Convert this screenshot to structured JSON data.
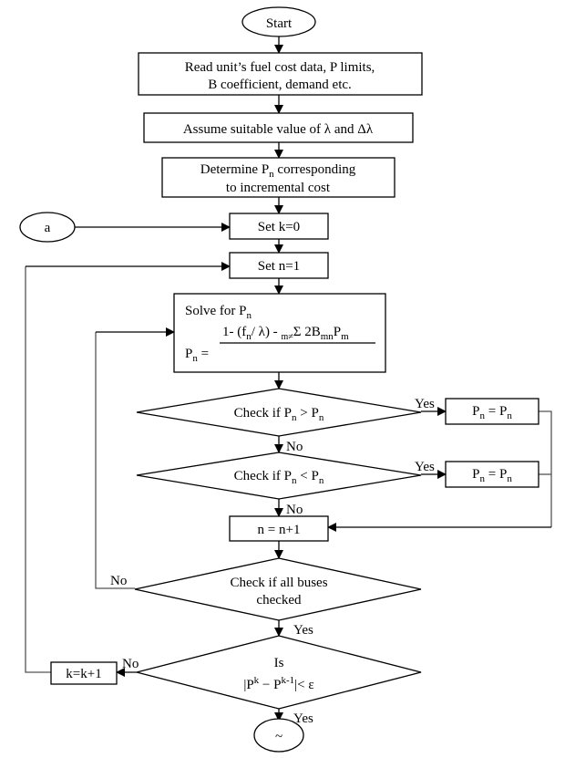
{
  "nodes": {
    "start": "Start",
    "read_data_1": "Read unit’s fuel cost data, P limits,",
    "read_data_2": "B coefficient, demand etc.",
    "assume_lambda": "Assume suitable value of λ and Δλ",
    "determine_pn_1": "Determine P",
    "determine_pn_sub": "n",
    "determine_pn_2": " corresponding",
    "determine_pn_3": "to incremental cost",
    "connector_a": "a",
    "set_k": "Set k=0",
    "set_n": "Set n=1",
    "solve_title": "Solve for P",
    "solve_sub": "n",
    "solve_lhs": "P",
    "solve_lhs_sub": "n",
    "solve_eq": " =",
    "solve_numerator": "1- (f",
    "solve_num_sub": "n",
    "solve_num_rest": "/ λ) - ",
    "solve_sum_sub": "m≠",
    "solve_sum": "Σ 2B",
    "solve_sum_b_sub": "mn",
    "solve_sum_p": "P",
    "solve_sum_p_sub": "m",
    "check_max": "Check if P",
    "check_max_rest": " > P",
    "check_min": "Check if P",
    "check_min_rest": " < P",
    "sub_n": "n",
    "set_max": "P",
    "set_max_eq": " = P",
    "set_min": "P",
    "set_min_eq": " = P",
    "increment_n": "n = n+1",
    "check_buses_1": "Check if all buses",
    "check_buses_2": "checked",
    "converge_1": "Is",
    "converge_2": "|P",
    "converge_sup_k": "k",
    "converge_3": " − P",
    "converge_sup_k1": "k-1",
    "converge_4": "|< ε",
    "increment_k": "k=k+1",
    "end": "~"
  },
  "labels": {
    "yes": "Yes",
    "no": "No"
  }
}
